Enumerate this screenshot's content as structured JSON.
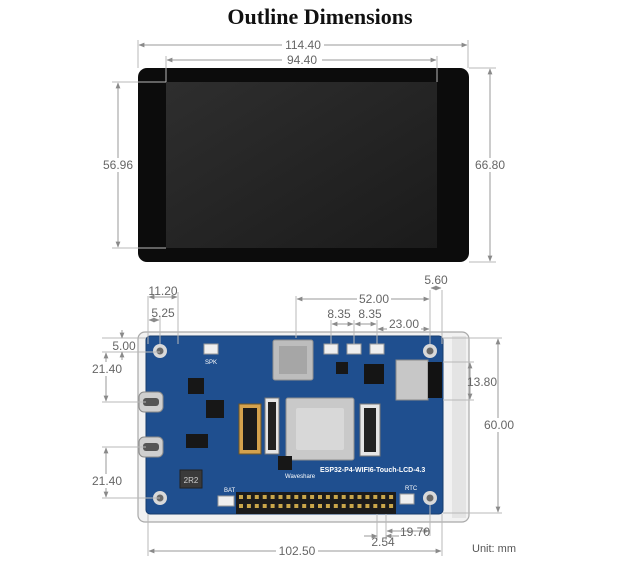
{
  "title": "Outline Dimensions",
  "unit_label": "Unit: mm",
  "front_view": {
    "dims": {
      "overall_width": "114.40",
      "display_width": "94.40",
      "display_height": "56.96",
      "overall_height": "66.80"
    }
  },
  "back_view": {
    "board_label": "ESP32-P4-WIFI6-Touch-LCD-4.3",
    "brand_label": "Waveshare",
    "spk_label": "SPK",
    "bat_label": "BAT",
    "rtc_label": "RTC",
    "chip_label": "2R2",
    "dims": {
      "d_11_20": "11.20",
      "d_5_25": "5.25",
      "d_5_00": "5.00",
      "d_21_40_top": "21.40",
      "d_21_40_bottom": "21.40",
      "d_52_00": "52.00",
      "d_5_60": "5.60",
      "d_8_35_a": "8.35",
      "d_8_35_b": "8.35",
      "d_23_00": "23.00",
      "d_13_80": "13.80",
      "d_60_00": "60.00",
      "d_102_50": "102.50",
      "d_2_54": "2.54",
      "d_19_70": "19.70"
    }
  },
  "colors": {
    "pcb": "#1f4f8f",
    "bezel": "#0c0c0c",
    "screen": "#262626"
  }
}
